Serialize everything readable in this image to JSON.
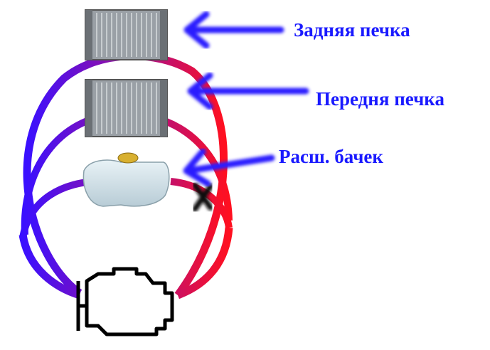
{
  "labels": {
    "rear_heater": "Задняя печка",
    "front_heater": "Передня печка",
    "expansion_tank": "Расш. бачек"
  },
  "colors": {
    "label": "#1a1aff",
    "arrow": "#2a1aff",
    "pipe_cold": "#3a10ff",
    "pipe_mid": "#b0108a",
    "pipe_hot": "#ff1020"
  },
  "icons": [
    "radiator-icon",
    "radiator-icon",
    "expansion-tank-icon",
    "engine-icon",
    "blocked-x-icon",
    "arrow-left-icon"
  ]
}
